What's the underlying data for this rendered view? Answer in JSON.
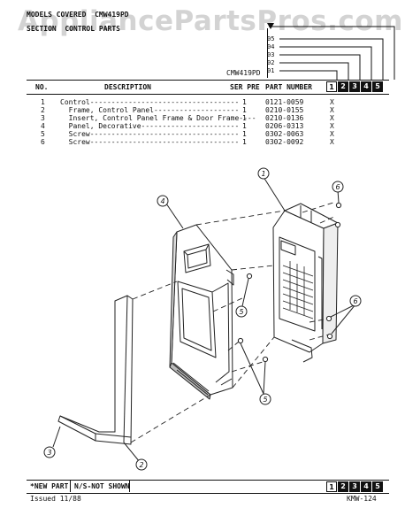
{
  "watermark": "AppliancePartsPros.com",
  "header": {
    "models_line": "MODELS COVERED  CMW419PD",
    "section_line": "SECTION  CONTROL PARTS",
    "model_label": "CMW419PD",
    "model_codes": [
      "05",
      "04",
      "03",
      "02",
      "01"
    ]
  },
  "table": {
    "headers": {
      "no": "NO.",
      "description": "DESCRIPTION",
      "ser_pre": "SER PRE",
      "part_number": "PART NUMBER"
    },
    "column_numbers": [
      "1",
      "2",
      "3",
      "4",
      "5"
    ],
    "rows": [
      {
        "no": "1",
        "description": "Control-----------------------------------",
        "qty": "1",
        "part": "0121-0059",
        "mark": "X"
      },
      {
        "no": "2",
        "description": "  Frame, Control Panel--------------------",
        "qty": "1",
        "part": "0210-0155",
        "mark": "X"
      },
      {
        "no": "3",
        "description": "  Insert, Control Panel Frame & Door Frame----",
        "qty": "1",
        "part": "0210-0136",
        "mark": "X"
      },
      {
        "no": "4",
        "description": "  Panel, Decorative-----------------------",
        "qty": "1",
        "part": "0206-0313",
        "mark": "X"
      },
      {
        "no": "5",
        "description": "  Screw-----------------------------------",
        "qty": "1",
        "part": "0302-0063",
        "mark": "X"
      },
      {
        "no": "6",
        "description": "  Screw-----------------------------------",
        "qty": "1",
        "part": "0302-0092",
        "mark": "X"
      }
    ]
  },
  "callouts": [
    "1",
    "2",
    "3",
    "4",
    "5",
    "6"
  ],
  "footer": {
    "new_part": "*NEW PART",
    "not_shown": "N/S-NOT SHOWN",
    "issued": "Issued 11/88",
    "page_code": "KMW-124",
    "column_numbers": [
      "1",
      "2",
      "3",
      "4",
      "5"
    ]
  }
}
